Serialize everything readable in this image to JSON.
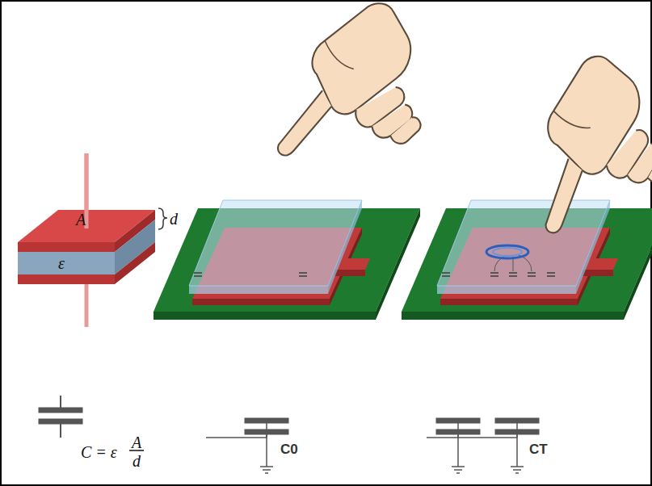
{
  "diagram": {
    "labels": [
      "A",
      "ε",
      "d",
      "C = ε",
      "A",
      "d",
      "C0",
      "CT"
    ]
  }
}
